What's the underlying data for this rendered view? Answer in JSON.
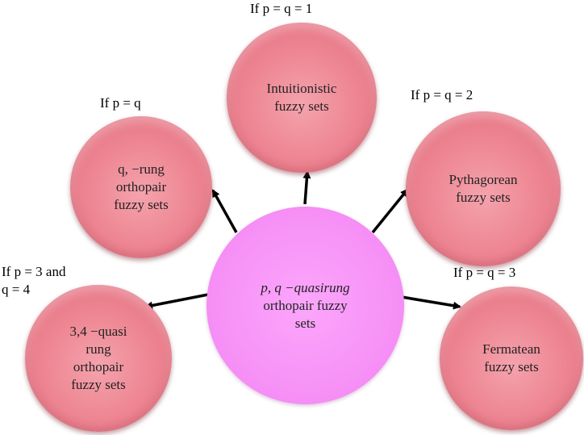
{
  "center": {
    "lines": [
      "p, q −quasirung",
      "orthopair fuzzy",
      "sets"
    ]
  },
  "nodes": {
    "intuitionistic": {
      "lines": [
        "Intuitionistic",
        "fuzzy  sets"
      ],
      "condition": "If p = q = 1"
    },
    "qrung": {
      "lines": [
        "q, −rung",
        "orthopair",
        "fuzzy  sets"
      ],
      "condition": "If p = q"
    },
    "pythagorean": {
      "lines": [
        "Pythagorean",
        "fuzzy  sets"
      ],
      "condition": "If p = q = 2"
    },
    "quasi34": {
      "lines": [
        "3,4 −quasi",
        "rung",
        "orthopair",
        "fuzzy  sets"
      ],
      "condition_lines": [
        "If p = 3 and",
        "q = 4"
      ]
    },
    "fermatean": {
      "lines": [
        "Fermatean",
        "fuzzy  sets"
      ],
      "condition": "If p = q = 3"
    }
  },
  "colors": {
    "node_pink": "#ee8894",
    "center_purple": "#f792f7",
    "arrow": "#000000"
  }
}
